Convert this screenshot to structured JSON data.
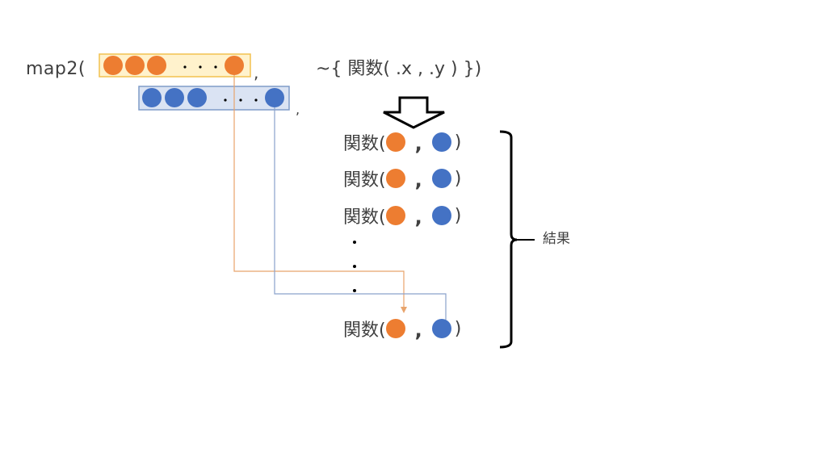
{
  "colors": {
    "orange": "#ED7D31",
    "blue": "#4472C4",
    "orange_box_fill": "#FFF2CC",
    "orange_box_border": "#F2C14E",
    "blue_box_fill": "#DAE3F3",
    "blue_box_border": "#7F9CC8",
    "orange_line": "#E8A46C",
    "blue_line": "#8AA2CC",
    "text": "#404040"
  },
  "call": {
    "function_name": "map2(",
    "first_arg_comma": ",",
    "second_arg_comma": ",",
    "formula": "~{ 関数(  .x , .y   ) })"
  },
  "vectors": {
    "x": {
      "visible_elements": 3,
      "ellipsis": "・・・",
      "has_last": true,
      "color_key": "orange"
    },
    "y": {
      "visible_elements": 3,
      "ellipsis": "・・・",
      "has_last": true,
      "color_key": "blue"
    }
  },
  "results": {
    "rows": [
      {
        "fn": "関数(",
        "sep": ",",
        "close": ")"
      },
      {
        "fn": "関数(",
        "sep": ",",
        "close": ")"
      },
      {
        "fn": "関数(",
        "sep": ",",
        "close": ")"
      }
    ],
    "last_row": {
      "fn": "関数(",
      "sep": ",",
      "close": ")"
    },
    "vertical_ellipsis_dots": 3,
    "label": "結果"
  }
}
